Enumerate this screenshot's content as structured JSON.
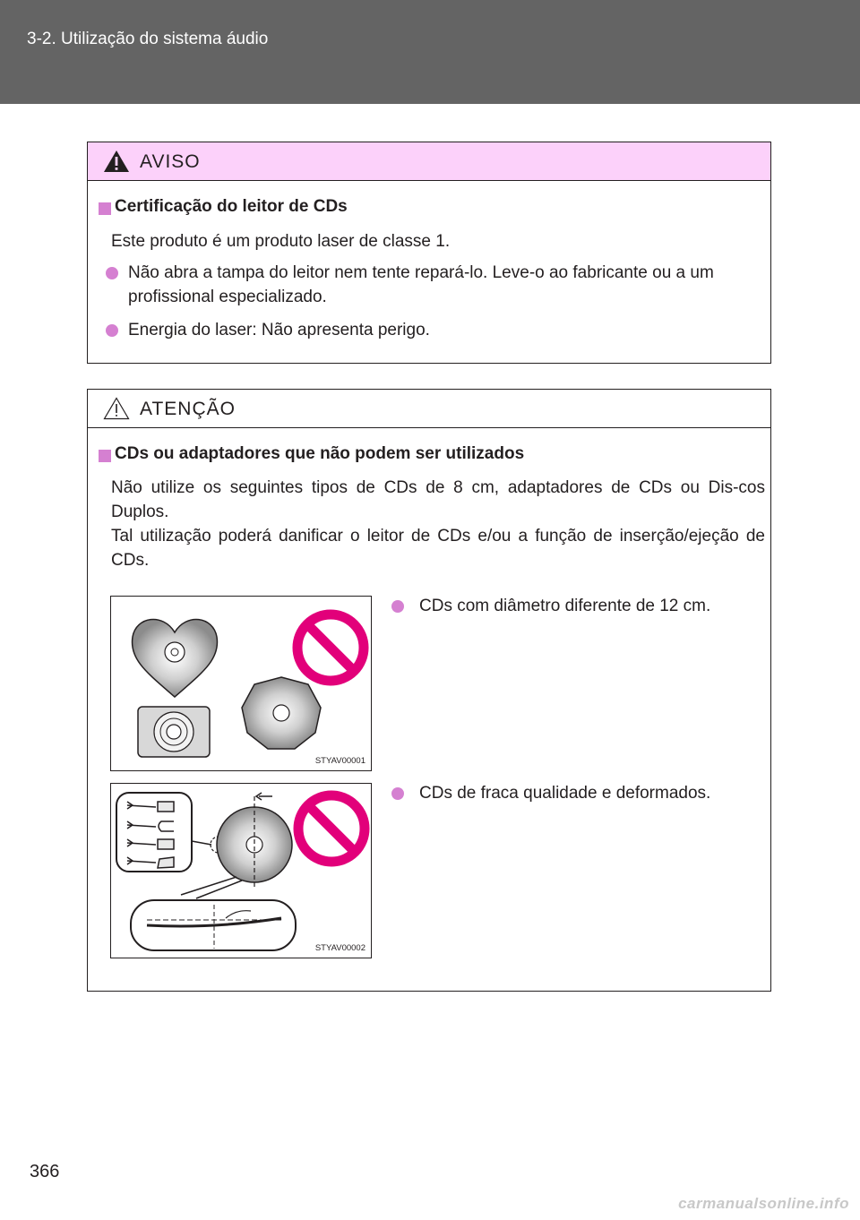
{
  "header": {
    "section": "3-2. Utilização do sistema áudio"
  },
  "warning": {
    "title": "AVISO",
    "subheading": "Certificação do leitor de CDs",
    "intro": "Este produto é um produto laser de classe 1.",
    "bullets": [
      "Não abra a tampa do leitor nem tente repará-lo. Leve-o ao fabricante ou a um profissional especializado.",
      "Energia do laser: Não apresenta perigo."
    ]
  },
  "caution": {
    "title": "ATENÇÃO",
    "subheading": "CDs ou adaptadores que não podem ser utilizados",
    "para1": "Não utilize os seguintes tipos de CDs de 8 cm, adaptadores de CDs ou Dis-cos Duplos.",
    "para2": "Tal utilização poderá danificar o leitor de CDs e/ou a função de inserção/ejeção de CDs.",
    "figures": [
      {
        "code": "STYAV00001",
        "caption": "CDs com diâmetro diferente de 12 cm."
      },
      {
        "code": "STYAV00002",
        "caption": "CDs de fraca qualidade e deformados."
      }
    ]
  },
  "page_number": "366",
  "watermark": "carmanualsonline.info",
  "colors": {
    "header": "#646464",
    "warning_bar": "#fcd1fa",
    "accent": "#d580d1",
    "prohibit": "#e2007a"
  }
}
